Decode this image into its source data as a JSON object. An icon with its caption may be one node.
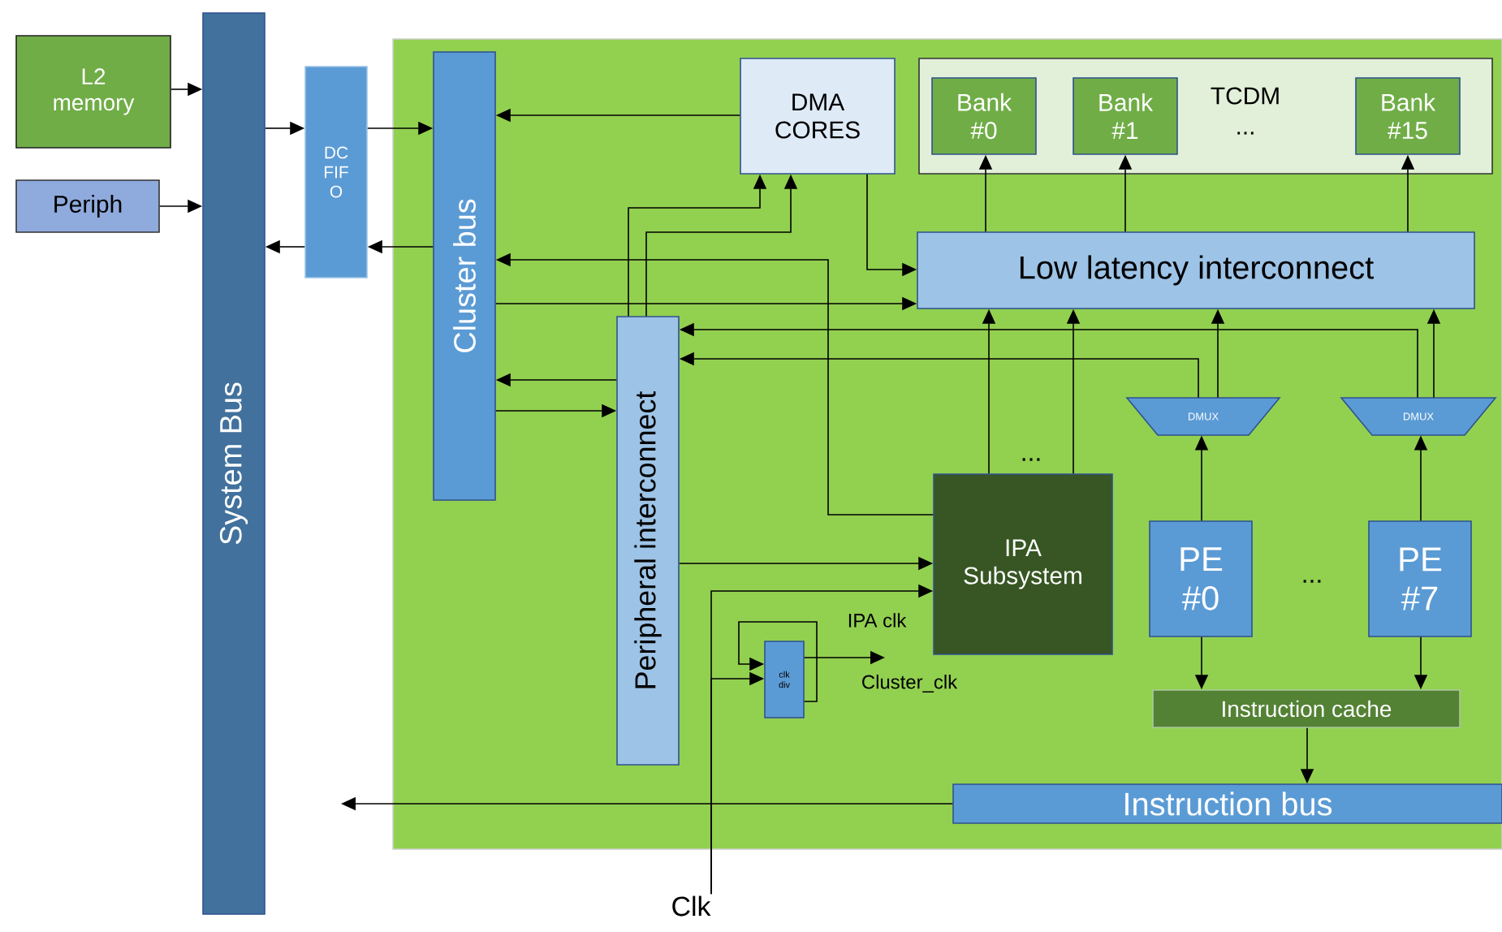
{
  "diagram": {
    "nodes": [
      {
        "text": [
          "L2 memory"
        ]
      },
      {
        "text": [
          "Periph"
        ]
      },
      {
        "text": [
          "System Bus"
        ]
      },
      {
        "text": [
          "DC FIF O"
        ]
      },
      {
        "text": [],
        "shape": "box"
      },
      {
        "text": [
          "Cluster bus"
        ],
        "in": 4
      },
      {
        "text": [
          "DMA CORES"
        ],
        "in": 4
      },
      {
        "text": [
          "TCDM",
          "..."
        ],
        "in": 4
      },
      {
        "text": [
          "Bank #0"
        ],
        "in": 7
      },
      {
        "text": [
          "Bank #1"
        ],
        "in": 7
      },
      {
        "text": [
          "Bank #15"
        ],
        "in": 7
      },
      {
        "text": [
          "Low latency interconnect"
        ],
        "in": 4
      },
      {
        "text": [
          "Peripheral interconnect"
        ],
        "in": 4
      },
      {
        "text": [
          "DMUX"
        ],
        "in": 4
      },
      {
        "text": [
          "DMUX"
        ],
        "in": 4
      },
      {
        "text": [
          "IPA Subsystem"
        ],
        "in": 4
      },
      {
        "text": [
          "PE #0"
        ],
        "in": 4
      },
      {
        "text": [
          "PE #7"
        ],
        "in": 4
      },
      {
        "text": [
          "clk div"
        ],
        "in": 4
      },
      {
        "text": [
          "Instruction cache"
        ],
        "in": 4
      },
      {
        "text": [
          "Instruction bus"
        ],
        "in": 4
      },
      {
        "text": [
          "Clk"
        ]
      },
      {
        "text": [
          "Cluster_clk"
        ],
        "in": 4
      }
    ],
    "edges": [
      {
        "from": 0,
        "to": 2,
        "arrow": "to"
      },
      {
        "from": 1,
        "to": 2,
        "arrow": "to"
      },
      {
        "from": 2,
        "to": 3,
        "arrow": "to"
      },
      {
        "from": 3,
        "to": 5,
        "arrow": "to"
      },
      {
        "from": 5,
        "to": 3,
        "arrow": "to"
      },
      {
        "from": 3,
        "to": 2,
        "arrow": "to"
      },
      {
        "from": 6,
        "to": 5,
        "arrow": "to"
      },
      {
        "from": 12,
        "to": 6,
        "arrow": "to"
      },
      {
        "from": 12,
        "to": 6,
        "arrow": "to"
      },
      {
        "from": 15,
        "to": 5,
        "arrow": "to"
      },
      {
        "from": 5,
        "to": 11,
        "arrow": "to"
      },
      {
        "from": 6,
        "to": 11,
        "arrow": "to"
      },
      {
        "from": 11,
        "to": 8,
        "arrow": "to"
      },
      {
        "from": 11,
        "to": 9,
        "arrow": "to"
      },
      {
        "from": 11,
        "to": 10,
        "arrow": "to"
      },
      {
        "from": 13,
        "to": 12,
        "arrow": "to"
      },
      {
        "from": 14,
        "to": 12,
        "arrow": "to"
      },
      {
        "from": 13,
        "to": 11,
        "arrow": "to"
      },
      {
        "from": 14,
        "to": 11,
        "arrow": "to"
      },
      {
        "from": 15,
        "to": 11,
        "arrow": "to"
      },
      {
        "from": 15,
        "to": 11,
        "arrow": "to"
      },
      {
        "from": 16,
        "to": 13,
        "arrow": "to"
      },
      {
        "from": 17,
        "to": 14,
        "arrow": "to"
      },
      {
        "from": 12,
        "to": 5,
        "arrow": "to"
      },
      {
        "from": 5,
        "to": 12,
        "arrow": "to"
      },
      {
        "from": 12,
        "to": 15,
        "arrow": "to"
      },
      {
        "from": 21,
        "to": 15,
        "arrow": "to"
      },
      {
        "from": 21,
        "to": 18,
        "arrow": "to"
      },
      {
        "from": 18,
        "to": 18,
        "arrow": "to"
      },
      {
        "from": 18,
        "to": 22,
        "arrow": "to"
      },
      {
        "from": 16,
        "to": 19,
        "arrow": "to"
      },
      {
        "from": 17,
        "to": 19,
        "arrow": "to"
      },
      {
        "from": 19,
        "to": 20,
        "arrow": "to"
      },
      {
        "from": 20,
        "to": null,
        "arrow": "to"
      }
    ],
    "labels": [
      "...",
      "...",
      "IPA clk"
    ]
  }
}
